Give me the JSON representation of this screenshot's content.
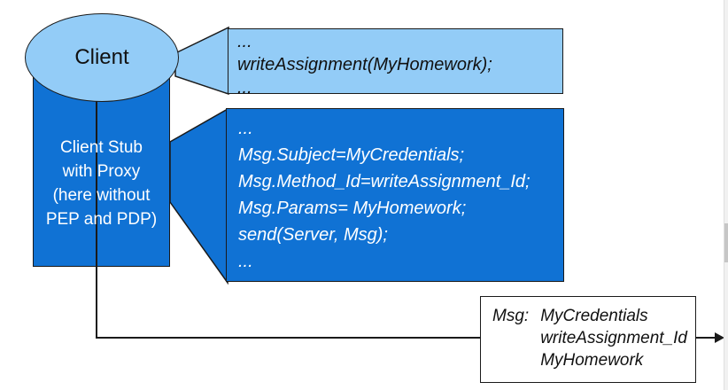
{
  "colors": {
    "shape_light_blue": "#93ccf7",
    "shape_dark_blue": "#1072d4",
    "outline": "#1a1a1a"
  },
  "client": {
    "label": "Client"
  },
  "stub": {
    "lines": [
      "Client Stub",
      "with Proxy",
      "(here without",
      "PEP and PDP)"
    ]
  },
  "client_code": {
    "lines": [
      "...",
      "writeAssignment(MyHomework);",
      "..."
    ]
  },
  "stub_code": {
    "lines": [
      "...",
      "Msg.Subject=MyCredentials;",
      "Msg.Method_Id=writeAssignment_Id;",
      "Msg.Params= MyHomework;",
      "send(Server, Msg);",
      "..."
    ]
  },
  "message": {
    "label": "Msg:",
    "values": [
      "MyCredentials",
      "writeAssignment_Id",
      "MyHomework"
    ]
  }
}
